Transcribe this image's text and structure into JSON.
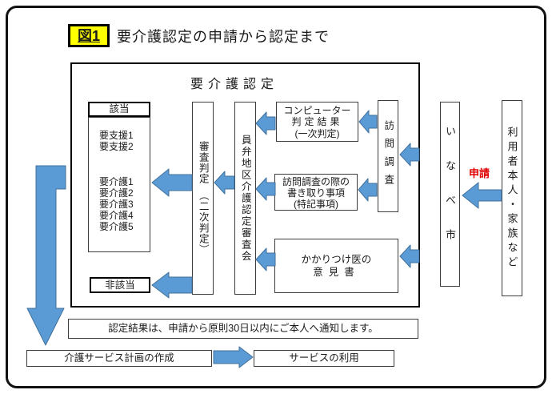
{
  "colors": {
    "arrow_fill": "#5b9bd5",
    "arrow_stroke": "#41719c",
    "figure_label_bg": "#ffff00",
    "application_text": "#e00000"
  },
  "header": {
    "figure_label": "図1",
    "title": "要介護認定の申請から認定まで"
  },
  "certification_box": {
    "title": "要介護認定",
    "applicable": {
      "label": "該当",
      "support_levels": [
        "要支援1",
        "要支援2"
      ],
      "care_levels": [
        "要介護1",
        "要介護2",
        "要介護3",
        "要介護4",
        "要介護5"
      ]
    },
    "not_applicable_label": "非該当",
    "judgement_column": "審査判定　（二次判定）",
    "committee_column": "員弁地区介護認定審査会",
    "computer_result_box": {
      "line1": "コンピューター",
      "line2": "判定結果",
      "line3": "(一次判定)"
    },
    "visit_notes_box": {
      "line1": "訪問調査の際の",
      "line2": "書き取り事項",
      "line3": "(特記事項)"
    },
    "doctor_opinion_box": {
      "line1": "かかりつけ医の",
      "line2": "意見書"
    },
    "visit_survey_column": "訪問調査"
  },
  "right_side": {
    "city_column": "いなべ市",
    "user_column": "利用者本人・家族など",
    "application_label": "申請"
  },
  "notice": "認定結果は、申請から原則30日以内にご本人へ通知します。",
  "bottom": {
    "care_plan_box": "介護サービス計画の作成",
    "service_use_box": "サービスの利用"
  }
}
